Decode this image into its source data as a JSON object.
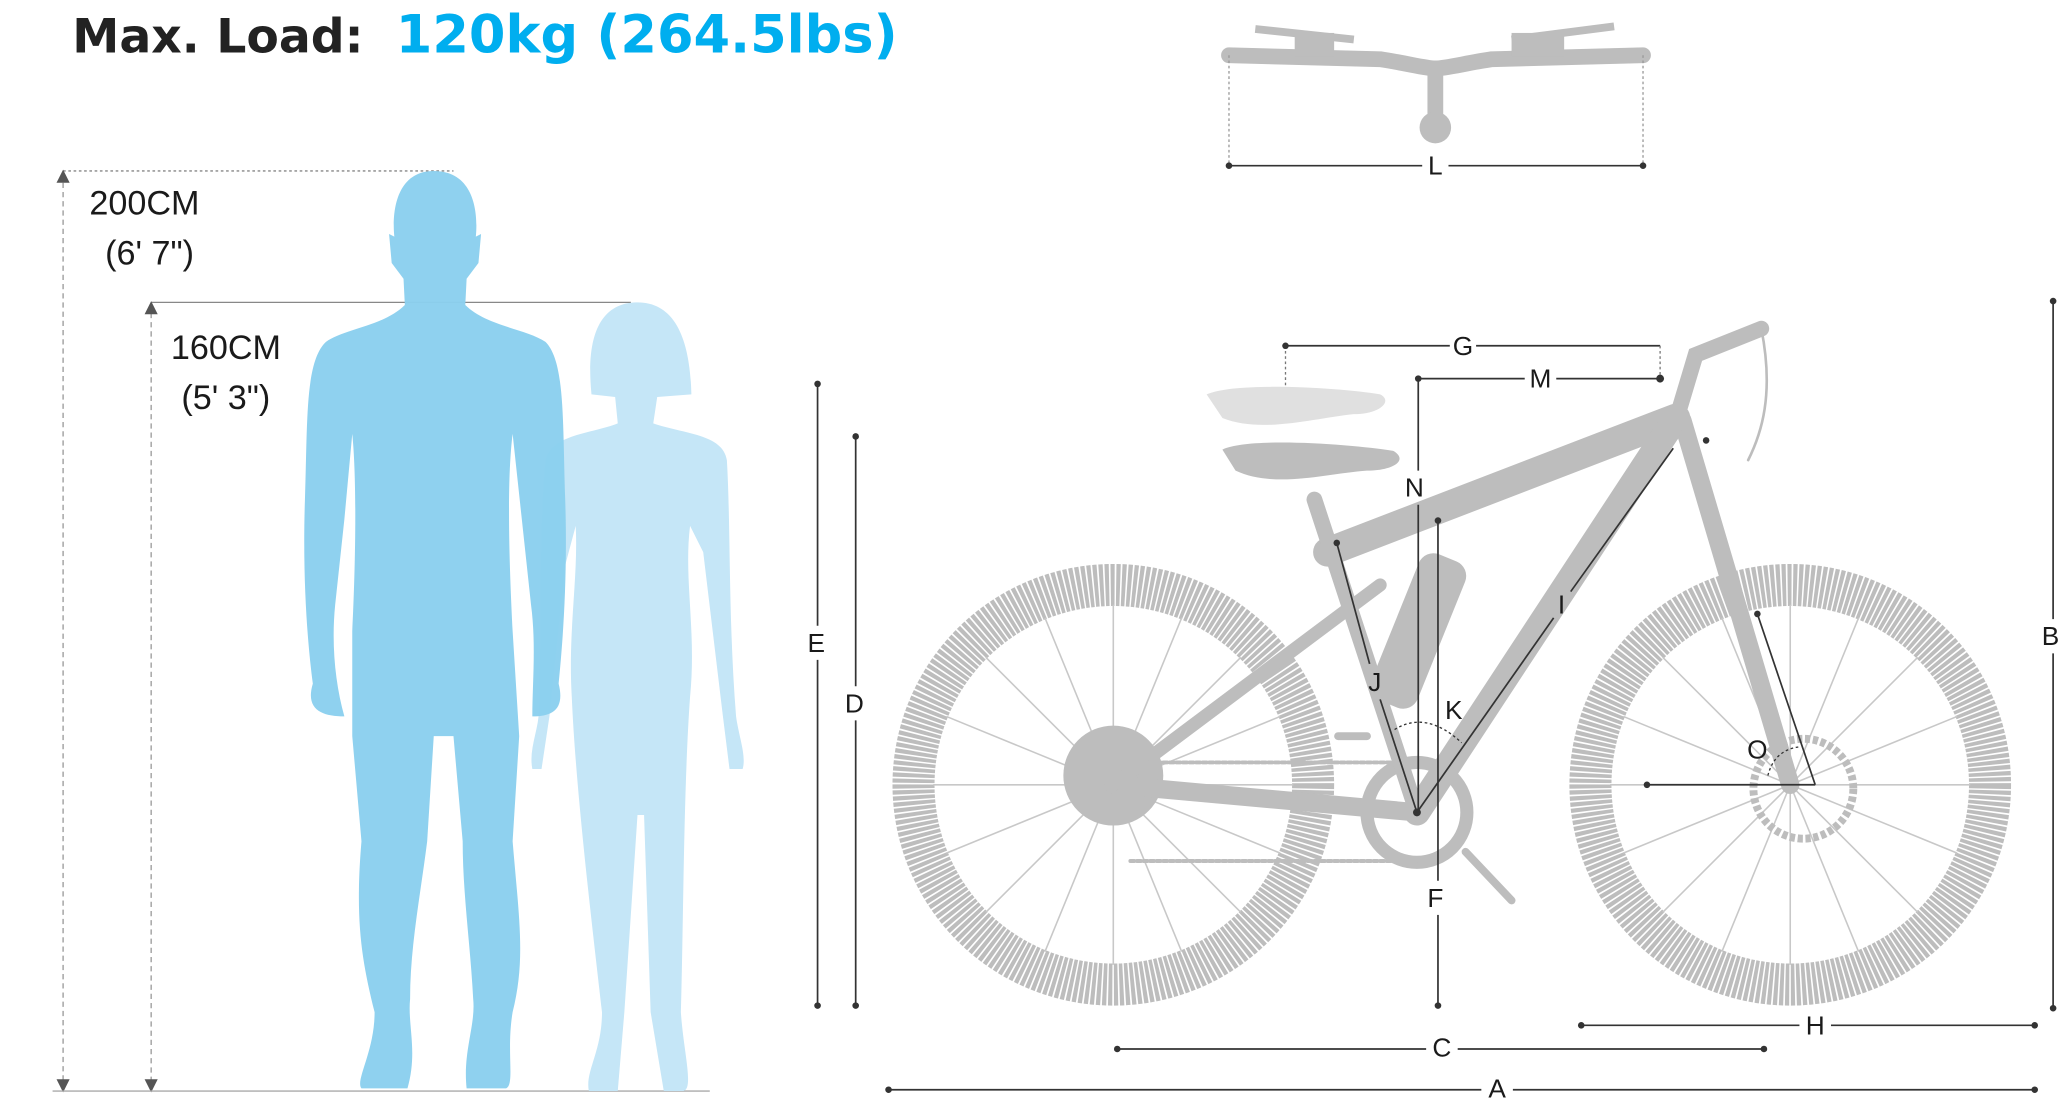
{
  "header": {
    "prefix": "Max. Load:",
    "value": "120kg (264.5lbs)"
  },
  "colors": {
    "accent": "#00AEEF",
    "man": "#8BCFEE",
    "woman": "#C5E6F7",
    "bike": "#BDBDBD",
    "lines": "#333333"
  },
  "heights": {
    "tall": {
      "cm": "200CM",
      "ft": "(6' 7\")"
    },
    "short": {
      "cm": "160CM",
      "ft": "(5' 3\")"
    }
  },
  "dimensions": {
    "A": "A",
    "B": "B",
    "C": "C",
    "D": "D",
    "E": "E",
    "F": "F",
    "G": "G",
    "H": "H",
    "I": "I",
    "J": "J",
    "K": "K",
    "L": "L",
    "M": "M",
    "N": "N",
    "O": "O"
  }
}
